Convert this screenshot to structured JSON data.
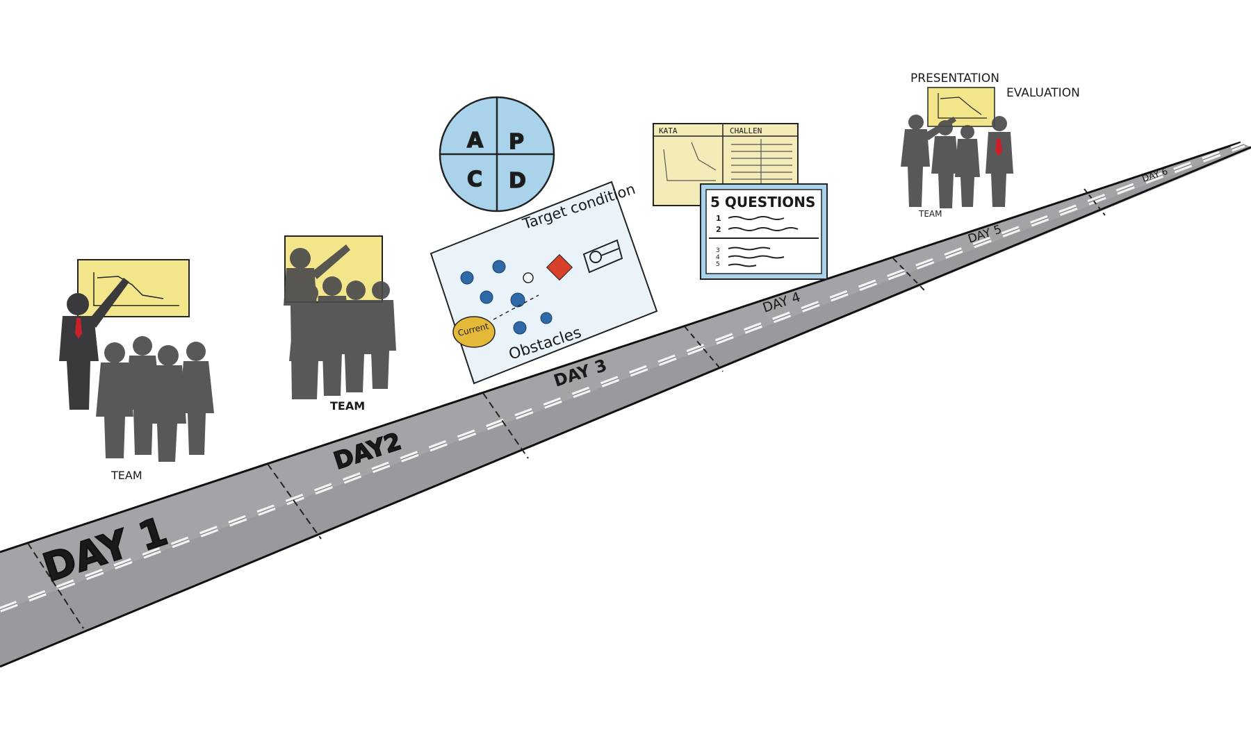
{
  "road": {
    "day_labels": [
      "DAY 1",
      "DAY2",
      "DAY 3",
      "DAY 4",
      "DAY 5",
      "DAY 6"
    ]
  },
  "scene1": {
    "caption": "TEAM"
  },
  "scene2": {
    "caption": "TEAM"
  },
  "pdca": {
    "quadrants": [
      "A",
      "P",
      "C",
      "D"
    ]
  },
  "kata_board": {
    "title": "Target condition",
    "current_label": "Current",
    "obstacles_label": "Obstacles"
  },
  "kata_storyboard": {
    "headers": [
      "KATA",
      "CHALLEN"
    ]
  },
  "questions_card": {
    "title": "5 QUESTIONS",
    "numbers": [
      "1",
      "2",
      "3",
      "4",
      "5"
    ]
  },
  "scene5": {
    "labels": [
      "PRESENTATION",
      "EVALUATION"
    ],
    "caption": "TEAM"
  },
  "colors": {
    "road": "#9d9da1",
    "road_dark": "#6e6e74",
    "chart_yellow": "#f3e58a",
    "pdca_blue": "#a9d3ea",
    "board_blue": "#e9f3f9",
    "dot_blue": "#2f6aa8",
    "target_red": "#d8402a",
    "current_gold": "#e5b938",
    "person": "#3a3a3c",
    "tie_red": "#c9202a"
  }
}
